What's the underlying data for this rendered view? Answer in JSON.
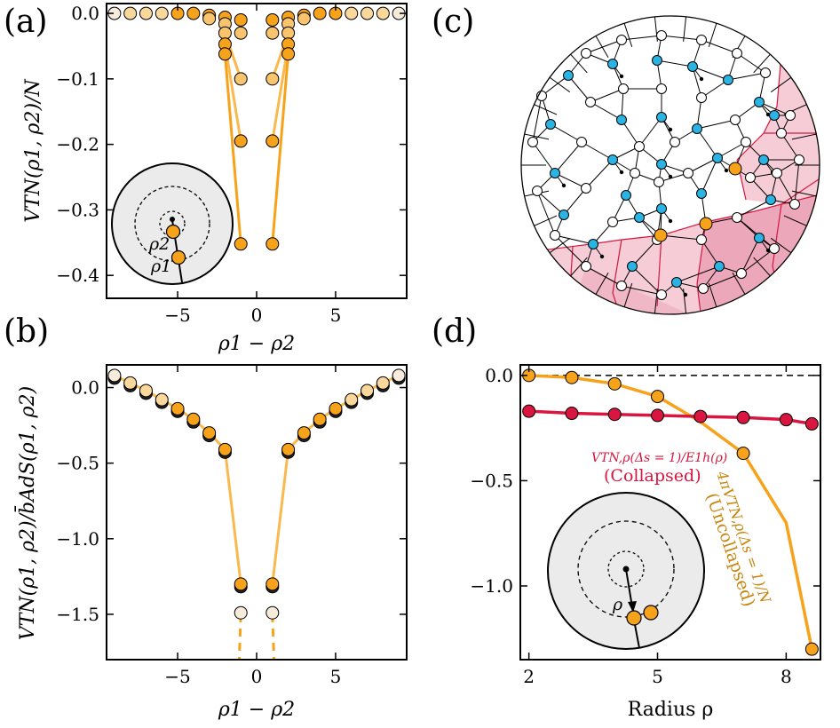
{
  "colors": {
    "orange": "#f7a21b",
    "orange_light": "#fad79a",
    "orange_pale": "#f7ebdb",
    "crimson": "#d8163f",
    "anno_orange": "#c8860f",
    "cyan": "#2ab3e3",
    "pink": "#f6cdd6",
    "pink_dark": "#eca8ba",
    "disk": "#ebebeb"
  },
  "panels": {
    "a": {
      "label": "(a)"
    },
    "b": {
      "label": "(b)"
    },
    "c": {
      "label": "(c)"
    },
    "d": {
      "label": "(d)"
    }
  },
  "insets": {
    "a": {
      "rho2": "ρ2",
      "rho1": "ρ1"
    },
    "d": {
      "rho": "ρ"
    }
  },
  "chart_data": [
    {
      "id": "a",
      "type": "scatter",
      "xlabel": "ρ1 − ρ2",
      "ylabel": "VTN(ρ1, ρ2)/N",
      "xlim": [
        -9.5,
        9.5
      ],
      "ylim": [
        -0.435,
        0.015
      ],
      "xticks": [
        -5,
        0,
        5
      ],
      "xtick_labels": [
        "−5",
        "0",
        "5"
      ],
      "yticks": [
        0.0,
        -0.1,
        -0.2,
        -0.3,
        -0.4
      ],
      "ytick_labels": [
        "0.0",
        "−0.1",
        "−0.2",
        "−0.3",
        "−0.4"
      ],
      "series": [
        {
          "x": [
            -9,
            -8,
            -7,
            -6,
            -5,
            -4,
            -3,
            -2,
            -1,
            1,
            2,
            3,
            4,
            5,
            6,
            7,
            8,
            9
          ],
          "y": [
            0,
            0,
            0,
            0,
            0,
            0,
            -0.003,
            -0.006,
            -0.01,
            -0.01,
            -0.006,
            -0.003,
            0,
            0,
            0,
            0,
            0,
            0
          ]
        },
        {
          "x": [
            -3,
            -2,
            -1,
            1,
            2,
            3
          ],
          "y": [
            -0.008,
            -0.016,
            -0.03,
            -0.03,
            -0.016,
            -0.008
          ]
        },
        {
          "x": [
            -2,
            -1,
            1,
            2
          ],
          "y": [
            -0.03,
            -0.1,
            -0.1,
            -0.03
          ]
        },
        {
          "x": [
            -2,
            -1,
            1,
            2
          ],
          "y": [
            -0.047,
            -0.195,
            -0.195,
            -0.047
          ]
        },
        {
          "x": [
            -2,
            -1,
            1,
            2
          ],
          "y": [
            -0.062,
            -0.352,
            -0.352,
            -0.062
          ]
        }
      ]
    },
    {
      "id": "b",
      "type": "scatter",
      "xlabel": "ρ1 − ρ2",
      "ylabel": "VTN(ρ1, ρ2)/b̄AdS(ρ1, ρ2)",
      "xlim": [
        -9.5,
        9.5
      ],
      "ylim": [
        -1.8,
        0.15
      ],
      "xticks": [
        -5,
        0,
        5
      ],
      "xtick_labels": [
        "−5",
        "0",
        "5"
      ],
      "yticks": [
        0.0,
        -0.5,
        -1.0,
        -1.5
      ],
      "ytick_labels": [
        "0.0",
        "−0.5",
        "−1.0",
        "−1.5"
      ],
      "x": [
        -9,
        -8,
        -7,
        -6,
        -5,
        -4,
        -3,
        -2,
        -1,
        1,
        2,
        3,
        4,
        5,
        6,
        7,
        8,
        9
      ],
      "y": [
        0.08,
        0.03,
        -0.02,
        -0.08,
        -0.14,
        -0.21,
        -0.3,
        -0.41,
        -1.3,
        -1.3,
        -0.41,
        -0.3,
        -0.21,
        -0.14,
        -0.08,
        -0.02,
        0.03,
        0.08
      ],
      "extra_points": {
        "x": [
          -1,
          1
        ],
        "y": [
          -1.49,
          -1.49
        ]
      }
    },
    {
      "id": "d",
      "type": "line",
      "xlabel": "Radius ρ",
      "xlim": [
        1.8,
        8.8
      ],
      "ylim": [
        -1.35,
        0.05
      ],
      "xticks": [
        2,
        5,
        8
      ],
      "xtick_labels": [
        "2",
        "5",
        "8"
      ],
      "yticks": [
        0.0,
        -0.5,
        -1.0
      ],
      "ytick_labels": [
        "0.0",
        "−0.5",
        "−1.0"
      ],
      "series": [
        {
          "name": "4πVTN,ρ(Δs = 1)/N (Uncollapsed)",
          "x": [
            2,
            3,
            4,
            5,
            6,
            7,
            8,
            8.6
          ],
          "y": [
            0.0,
            -0.01,
            -0.04,
            -0.1,
            -0.22,
            -0.37,
            -0.7,
            -1.3
          ],
          "markers_at": [
            2,
            3,
            4,
            5,
            7,
            8.6
          ]
        },
        {
          "name": "VTN,ρ(Δs = 1)/E1h(ρ) (Collapsed)",
          "x": [
            2,
            3,
            4,
            5,
            6,
            7,
            8,
            8.6
          ],
          "y": [
            -0.17,
            -0.18,
            -0.185,
            -0.19,
            -0.195,
            -0.2,
            -0.21,
            -0.23
          ]
        }
      ],
      "reference_line": 0.0,
      "annotations": {
        "collapsed_line1": "VTN,ρ(Δs = 1)/E1h(ρ)",
        "collapsed_line2": "(Collapsed)",
        "uncollapsed_line1": "4πVTN,ρ(Δs = 1)/N",
        "uncollapsed_line2": "(Uncollapsed)"
      }
    }
  ]
}
